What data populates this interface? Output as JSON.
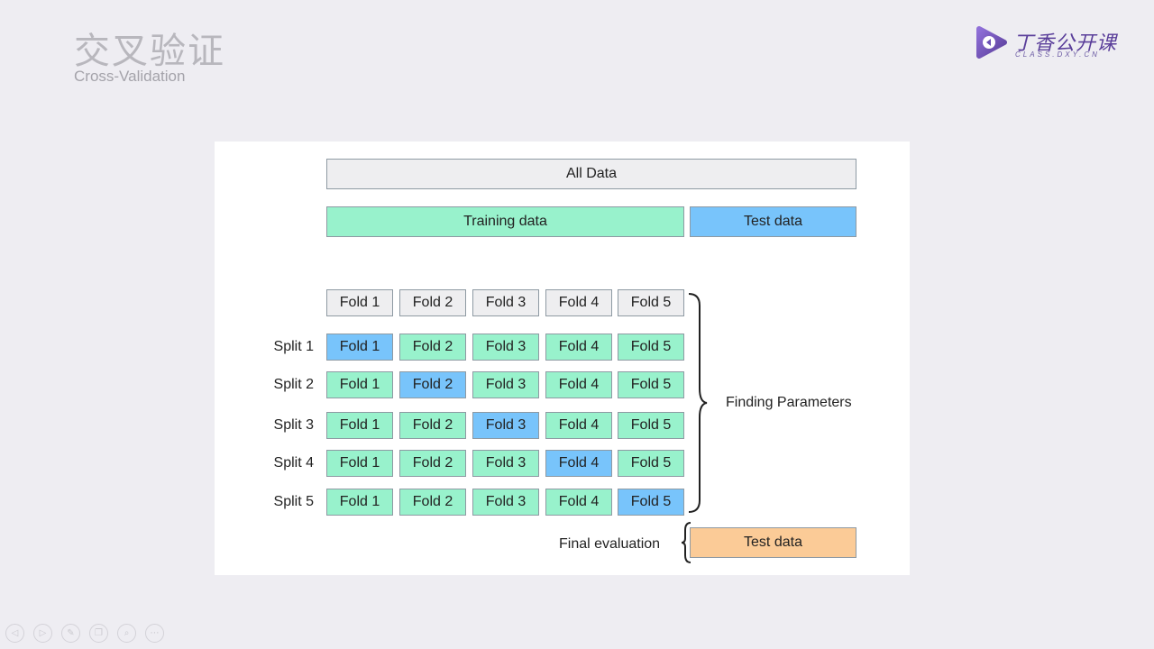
{
  "slide": {
    "title": "交叉验证",
    "subtitle": "Cross-Validation"
  },
  "brand": {
    "name": "丁香公开课",
    "domain": "CLASS.DXY.CN",
    "logo_icon": "play-logo-icon",
    "color": "#5a3e9a"
  },
  "diagram": {
    "all_data": "All Data",
    "training_data": "Training data",
    "test_data": "Test data",
    "fold_header": [
      "Fold 1",
      "Fold 2",
      "Fold 3",
      "Fold 4",
      "Fold 5"
    ],
    "splits": [
      {
        "label": "Split 1",
        "folds": [
          "Fold 1",
          "Fold 2",
          "Fold 3",
          "Fold 4",
          "Fold 5"
        ],
        "test_fold": 0
      },
      {
        "label": "Split 2",
        "folds": [
          "Fold 1",
          "Fold 2",
          "Fold 3",
          "Fold 4",
          "Fold 5"
        ],
        "test_fold": 1
      },
      {
        "label": "Split 3",
        "folds": [
          "Fold 1",
          "Fold 2",
          "Fold 3",
          "Fold 4",
          "Fold 5"
        ],
        "test_fold": 2
      },
      {
        "label": "Split 4",
        "folds": [
          "Fold 1",
          "Fold 2",
          "Fold 3",
          "Fold 4",
          "Fold 5"
        ],
        "test_fold": 3
      },
      {
        "label": "Split 5",
        "folds": [
          "Fold 1",
          "Fold 2",
          "Fold 3",
          "Fold 4",
          "Fold 5"
        ],
        "test_fold": 4
      }
    ],
    "finding_parameters": "Finding Parameters",
    "final_evaluation": "Final evaluation",
    "final_test_data": "Test data",
    "colors": {
      "training": "#98f2cc",
      "test": "#78c4fb",
      "neutral": "#eeeef0",
      "final_test": "#fbcb97"
    }
  },
  "player_controls": [
    "prev-icon",
    "next-icon",
    "pen-icon",
    "copy-icon",
    "zoom-icon",
    "more-icon"
  ]
}
